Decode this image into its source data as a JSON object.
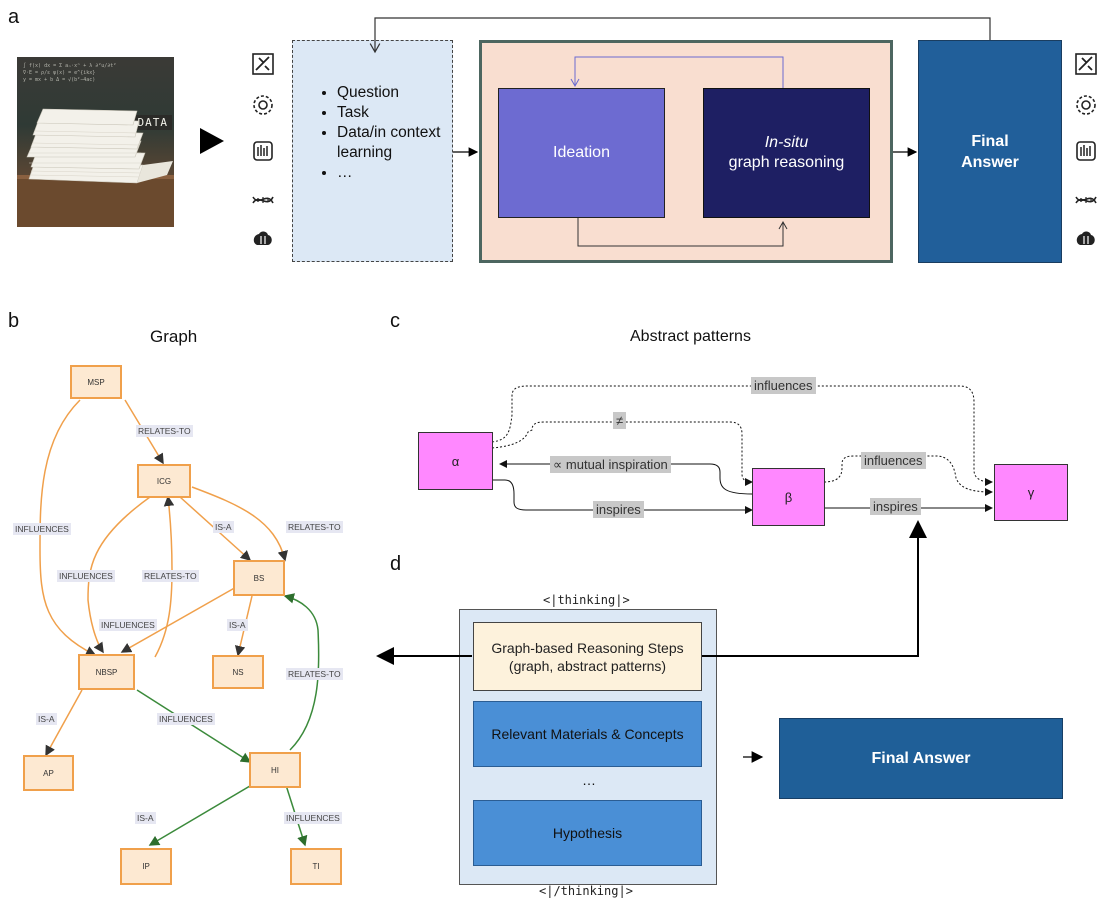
{
  "panel_letters": {
    "a": "a",
    "b": "b",
    "c": "c",
    "d": "d"
  },
  "panel_a": {
    "photo_label": "DATA",
    "left_icons": [
      "tool-icon",
      "gear-brain-icon",
      "circuit-icon",
      "dna-icon",
      "brain-icon"
    ],
    "input_items": [
      "Question",
      "Task",
      "Data/in context learning",
      "…"
    ],
    "ideation": "Ideation",
    "insitu_italic": "In-situ",
    "insitu_rest": "graph reasoning",
    "final_answer_line1": "Final",
    "final_answer_line2": "Answer",
    "colors": {
      "input_box": "#dce8f5",
      "process_box": "#f9ded0",
      "ideation": "#6d6bd1",
      "insitu": "#1e1f63",
      "final": "#215f9a"
    }
  },
  "panel_b": {
    "title": "Graph",
    "nodes": {
      "msp": "MSP",
      "icg": "ICG",
      "bs": "BS",
      "nbsp": "NBSP",
      "ns": "NS",
      "ap": "AP",
      "hi": "HI",
      "ip": "IP",
      "ti": "TI"
    },
    "edges": {
      "msp_icg": "RELATES-TO",
      "msp_nbsp": "INFLUENCES",
      "icg_nbsp": "INFLUENCES",
      "nbsp_icg": "RELATES-TO",
      "icg_bs_isa": "IS-A",
      "icg_bs_rel": "RELATES-TO",
      "bs_nbsp": "INFLUENCES",
      "bs_ns": "IS-A",
      "hi_bs": "RELATES-TO",
      "nbsp_ap": "IS-A",
      "nbsp_hi": "INFLUENCES",
      "hi_ip": "IS-A",
      "hi_ti": "INFLUENCES"
    },
    "colors": {
      "orange": "#f0a04b",
      "green": "#3b8a3b",
      "node_fill": "#fde9d2"
    }
  },
  "panel_c": {
    "title": "Abstract patterns",
    "nodes": {
      "alpha": "α",
      "beta": "β",
      "gamma": "γ"
    },
    "labels": {
      "influences_top": "influences",
      "not_equal": "≠",
      "mutual": "∝ mutual inspiration",
      "inspires_ab": "inspires",
      "influences_bg": "influences",
      "inspires_bg": "inspires"
    },
    "colors": {
      "node": "#ff88ff",
      "label_bg": "#c8c8c8"
    }
  },
  "panel_d": {
    "thinking_open": "<|thinking|>",
    "thinking_close": "<|/thinking|>",
    "graph_steps": "Graph-based Reasoning Steps (graph, abstract patterns)",
    "materials": "Relevant Materials & Concepts",
    "ellipsis": "…",
    "hypothesis": "Hypothesis",
    "final_answer": "Final Answer",
    "colors": {
      "steps": "#fdf2dc",
      "blue": "#4a8fd6",
      "final": "#1f5f98"
    }
  }
}
